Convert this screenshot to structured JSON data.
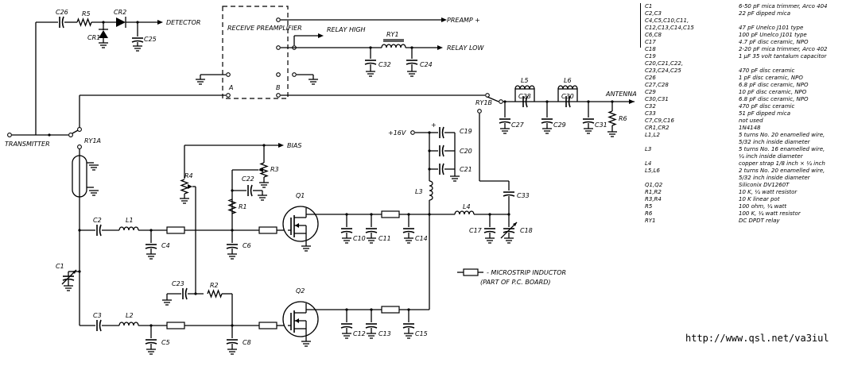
{
  "labels": {
    "detector": "DETECTOR",
    "preamp": "PREAMP +",
    "relay_high": "RELAY HIGH",
    "relay_low": "RELAY LOW",
    "receive_preamplifier": "RECEIVE PREAMPLIFIER",
    "terminal_a": "A",
    "terminal_b": "B",
    "ry1b": "RY1B",
    "ry1a": "RY1A",
    "ry1": "RY1",
    "antenna": "ANTENNA",
    "transmitter": "TRANSMITTER",
    "bias": "BIAS",
    "plus16v": "+16V",
    "plus_mark": "+",
    "microstrip": "- MICROSTRIP INDUCTOR",
    "pcboard": "(PART OF P.C. BOARD)",
    "url": "http://www.qsl.net/va3iul"
  },
  "components": {
    "c26": "C26",
    "r5": "R5",
    "cr2": "CR2",
    "cr1": "CR1",
    "c25": "C25",
    "c32": "C32",
    "c24": "C24",
    "l5": "L5",
    "l6": "L6",
    "c28": "C28",
    "c30": "C30",
    "c27": "C27",
    "c29": "C29",
    "c31": "C31",
    "r6": "R6",
    "c19": "C19",
    "c20": "C20",
    "c21": "C21",
    "c22": "C22",
    "r3": "R3",
    "r4": "R4",
    "r1": "R1",
    "q1": "Q1",
    "q2": "Q2",
    "l3": "L3",
    "c33": "C33",
    "l4": "L4",
    "c2": "C2",
    "c3": "C3",
    "l1": "L1",
    "l2": "L2",
    "c1": "C1",
    "c4": "C4",
    "c5": "C5",
    "c6": "C6",
    "c8": "C8",
    "c23": "C23",
    "r2": "R2",
    "c10": "C10",
    "c11": "C11",
    "c14": "C14",
    "c17": "C17",
    "c18": "C18",
    "c12": "C12",
    "c13": "C13",
    "c15": "C15"
  },
  "parts_list": [
    {
      "ref": "C1",
      "desc": "6-50 pF mica trimmer, Arco 404"
    },
    {
      "ref": "C2,C3",
      "desc": "22 pF dipped mica"
    },
    {
      "ref": "C4,C5,C10,C11,",
      "desc": ""
    },
    {
      "ref": "   C12,C13,C14,C15",
      "desc": "47 pF Unelco J101 type"
    },
    {
      "ref": "C6,C8",
      "desc": "100 pF Unelco J101 type"
    },
    {
      "ref": "C17",
      "desc": "4.7 pF disc ceramic, NPO"
    },
    {
      "ref": "C18",
      "desc": "2-20 pF mica trimmer, Arco 402"
    },
    {
      "ref": "C19",
      "desc": "1 µF 35 volt tantalum capacitor"
    },
    {
      "ref": "C20,C21,C22,",
      "desc": ""
    },
    {
      "ref": "   C23,C24,C25",
      "desc": "470 pF disc ceramic"
    },
    {
      "ref": "C26",
      "desc": "1 pF disc ceramic, NPO"
    },
    {
      "ref": "C27,C28",
      "desc": "6.8 pF disc ceramic, NPO"
    },
    {
      "ref": "C29",
      "desc": "10 pF disc ceramic, NPO"
    },
    {
      "ref": "C30,C31",
      "desc": "6.8 pF disc ceramic, NPO"
    },
    {
      "ref": "C32",
      "desc": "470 pF disc ceramic"
    },
    {
      "ref": "C33",
      "desc": "51 pF dipped mica"
    },
    {
      "ref": "C7,C9,C16",
      "desc": "not used"
    },
    {
      "ref": "CR1,CR2",
      "desc": "1N4148"
    },
    {
      "ref": "L1,L2",
      "desc": "5 turns No. 20 enamelled wire,"
    },
    {
      "ref": "",
      "desc": "5/32 inch inside diameter"
    },
    {
      "ref": "L3",
      "desc": "5 turns No. 16 enamelled wire,"
    },
    {
      "ref": "",
      "desc": "¼ inch inside diameter"
    },
    {
      "ref": "L4",
      "desc": "copper strap 1/8 inch × ¼ inch"
    },
    {
      "ref": "L5,L6",
      "desc": "2 turns No. 20 enamelled wire,"
    },
    {
      "ref": "",
      "desc": "5/32 inch inside diameter"
    },
    {
      "ref": "Q1,Q2",
      "desc": "Siliconix DV1260T"
    },
    {
      "ref": "R1,R2",
      "desc": "10 K, ¼ watt resistor"
    },
    {
      "ref": "R3,R4",
      "desc": "10 K linear pot"
    },
    {
      "ref": "R5",
      "desc": "100 ohm, ¼ watt"
    },
    {
      "ref": "R6",
      "desc": "100 K, ¼ watt resistor"
    },
    {
      "ref": "RY1",
      "desc": "DC DPDT relay"
    }
  ]
}
